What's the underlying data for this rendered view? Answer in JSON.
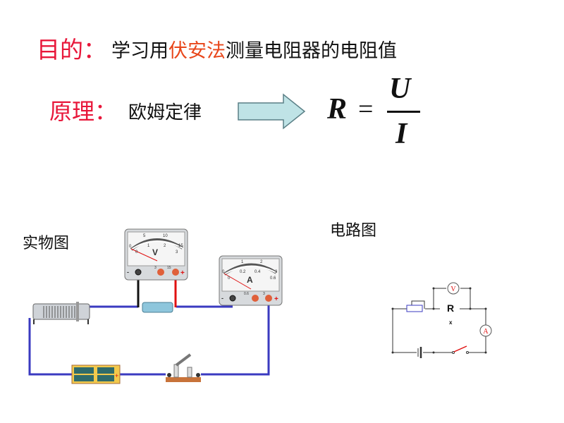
{
  "goal": {
    "label": "目的：",
    "text_before": "学习用",
    "text_highlight": "伏安法",
    "text_after": "测量电阻器的电阻值"
  },
  "principle": {
    "label": "原理：",
    "text": "欧姆定律",
    "arrow_icon": "right-arrow-icon"
  },
  "formula": {
    "lhs": "R",
    "equals": "=",
    "numerator": "U",
    "denominator": "I"
  },
  "physical_diagram": {
    "label": "实物图",
    "voltmeter": {
      "unit": "V",
      "top_scale": [
        "0",
        "5",
        "10",
        "15"
      ],
      "bottom_scale": [
        "0",
        "1",
        "2",
        "3"
      ],
      "terminals": [
        "-",
        "3",
        "15",
        "+"
      ]
    },
    "ammeter": {
      "unit": "A",
      "top_scale": [
        "0",
        "1",
        "2",
        "3"
      ],
      "bottom_scale": [
        "0",
        "0.2",
        "0.4",
        "0.6"
      ],
      "terminals": [
        "-",
        "0.6",
        "3",
        "+"
      ]
    }
  },
  "circuit_diagram": {
    "label": "电路图",
    "resistor_label": "R",
    "resistor_subscript": "x",
    "voltmeter_symbol": "V",
    "ammeter_symbol": "A"
  },
  "colors": {
    "title_red": "#e8173a",
    "highlight_orange": "#e8461a",
    "arrow_fill": "#bfe3e6",
    "wire_blue": "#3a3ac0",
    "wire_red": "#e01010"
  }
}
